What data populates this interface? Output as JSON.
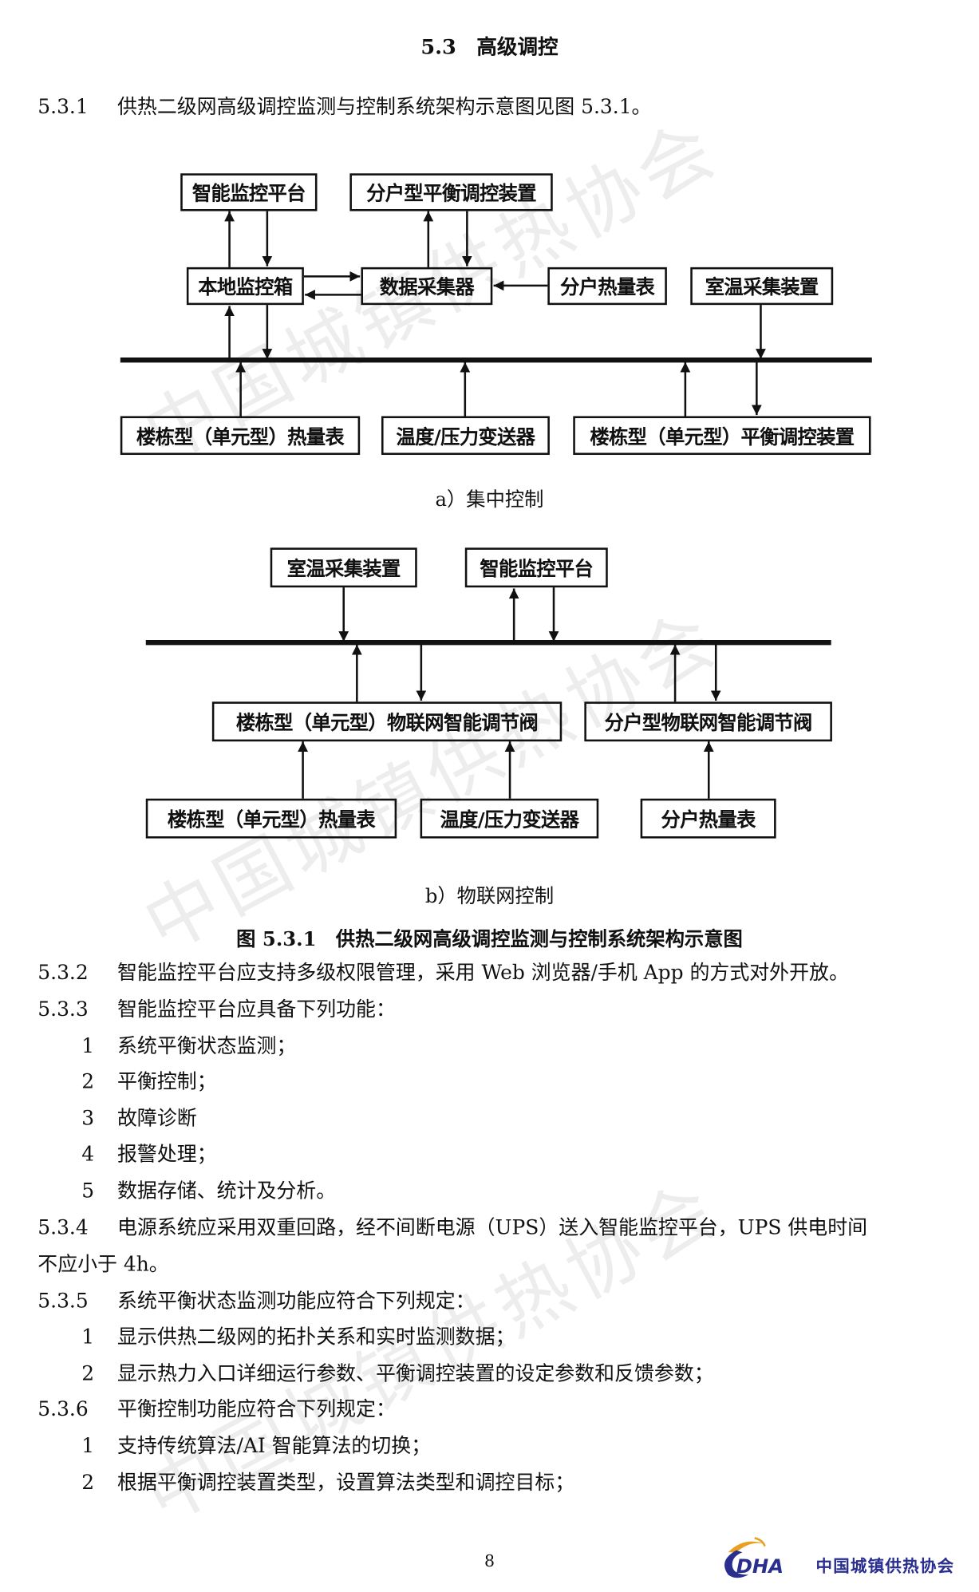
{
  "section_title": "5.3　高级调控",
  "clause_531": {
    "num": "5.3.1",
    "text": "供热二级网高级调控监测与控制系统架构示意图见图 5.3.1。"
  },
  "diagram_a": {
    "boxes": {
      "platform": "智能监控平台",
      "household_balance": "分户型平衡调控装置",
      "local_box": "本地监控箱",
      "collector": "数据采集器",
      "household_meter": "分户热量表",
      "room_temp": "室温采集装置",
      "building_meter": "楼栋型（单元型）热量表",
      "transmitter": "温度/压力变送器",
      "building_balance": "楼栋型（单元型）平衡调控装置"
    },
    "caption": "a）集中控制"
  },
  "diagram_b": {
    "boxes": {
      "room_temp": "室温采集装置",
      "platform": "智能监控平台",
      "building_valve": "楼栋型（单元型）物联网智能调节阀",
      "household_valve": "分户型物联网智能调节阀",
      "building_meter": "楼栋型（单元型）热量表",
      "transmitter": "温度/压力变送器",
      "household_meter": "分户热量表"
    },
    "caption": "b）物联网控制"
  },
  "figure_caption": "图 5.3.1　供热二级网高级调控监测与控制系统架构示意图",
  "lines": [
    {
      "num": "5.3.2",
      "text": "智能监控平台应支持多级权限管理，采用 Web 浏览器/手机 App 的方式对外开放。"
    },
    {
      "num": "5.3.3",
      "text": "智能监控平台应具备下列功能："
    },
    {
      "num": "1",
      "text": "系统平衡状态监测；"
    },
    {
      "num": "2",
      "text": "平衡控制；"
    },
    {
      "num": "3",
      "text": "故障诊断"
    },
    {
      "num": "4",
      "text": "报警处理；"
    },
    {
      "num": "5",
      "text": "数据存储、统计及分析。"
    },
    {
      "num": "5.3.4",
      "text": "电源系统应采用双重回路，经不间断电源（UPS）送入智能监控平台，UPS 供电时间"
    },
    {
      "num": "",
      "text": "不应小于 4h。"
    },
    {
      "num": "5.3.5",
      "text": "系统平衡状态监测功能应符合下列规定："
    },
    {
      "num": "1",
      "text": "显示供热二级网的拓扑关系和实时监测数据；"
    },
    {
      "num": "2",
      "text": "显示热力入口详细运行参数、平衡调控装置的设定参数和反馈参数；"
    },
    {
      "num": "5.3.6",
      "text": "平衡控制功能应符合下列规定："
    },
    {
      "num": "1",
      "text": "支持传统算法/AI 智能算法的切换；"
    },
    {
      "num": "2",
      "text": "根据平衡调控装置类型，设置算法类型和调控目标；"
    }
  ],
  "page_number": "8",
  "logo": {
    "mark": "CDHA",
    "name": "中国城镇供热协会",
    "colors": {
      "blue": "#2a2f8f",
      "orange": "#e8a020"
    }
  },
  "watermark": "中国城镇供热协会"
}
